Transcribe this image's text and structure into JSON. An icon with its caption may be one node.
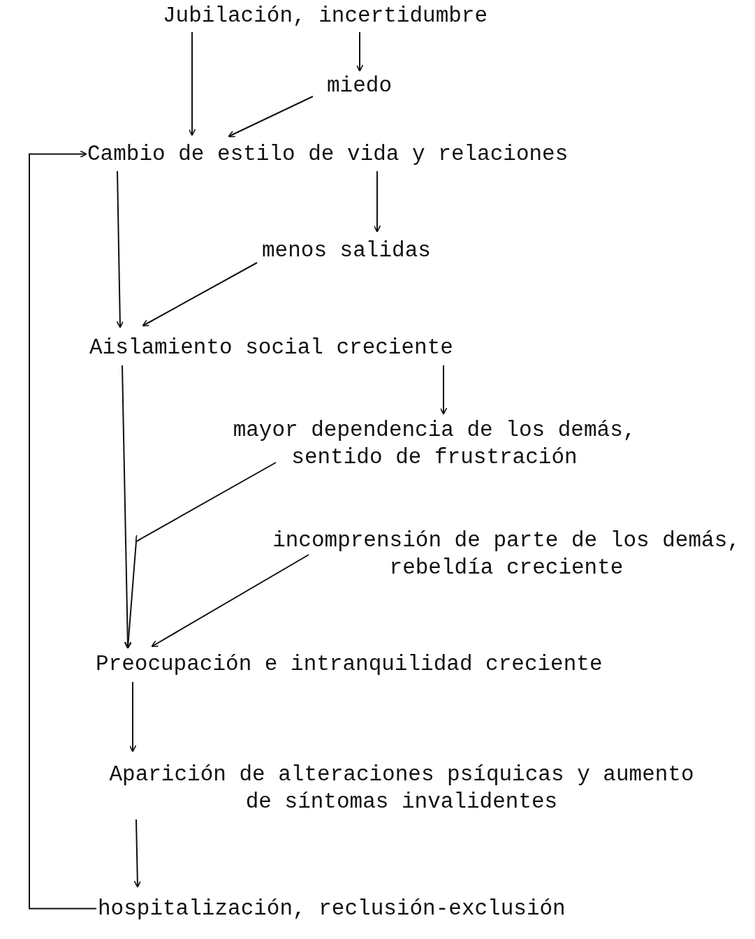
{
  "diagram": {
    "nodes": [
      {
        "text": [
          "Jubilación, incertidumbre"
        ]
      },
      {
        "text": [
          "miedo"
        ]
      },
      {
        "text": [
          "Cambio de estilo de vida y relaciones"
        ]
      },
      {
        "text": [
          "menos salidas"
        ]
      },
      {
        "text": [
          "Aislamiento social creciente"
        ]
      },
      {
        "text": [
          "mayor dependencia de los demás, sentido de frustración"
        ]
      },
      {
        "text": [
          "incomprensión de parte de los demás, rebeldía creciente"
        ]
      },
      {
        "text": [
          "Preocupación e intranquilidad creciente"
        ]
      },
      {
        "text": [
          "Aparición de alteraciones psíquicas y aumento de síntomas invalidentes"
        ]
      },
      {
        "text": [
          "hospitalización, reclusión-exclusión"
        ]
      }
    ],
    "edges": [
      {
        "from": 0,
        "to": 2,
        "arrow": "to"
      },
      {
        "from": 0,
        "to": 1,
        "arrow": "to"
      },
      {
        "from": 1,
        "to": 2,
        "arrow": "to"
      },
      {
        "from": 2,
        "to": 3,
        "arrow": "to"
      },
      {
        "from": 2,
        "to": 4,
        "arrow": "to"
      },
      {
        "from": 3,
        "to": 4,
        "arrow": "to"
      },
      {
        "from": 4,
        "to": 5,
        "arrow": "to"
      },
      {
        "from": 4,
        "to": 7,
        "arrow": "to"
      },
      {
        "from": 5,
        "to": 7,
        "arrow": "to"
      },
      {
        "from": 6,
        "to": 7,
        "arrow": "to"
      },
      {
        "from": 7,
        "to": 8,
        "arrow": "to"
      },
      {
        "from": 8,
        "to": 9,
        "arrow": "to"
      },
      {
        "from": 9,
        "to": 2,
        "arrow": "to"
      }
    ]
  }
}
